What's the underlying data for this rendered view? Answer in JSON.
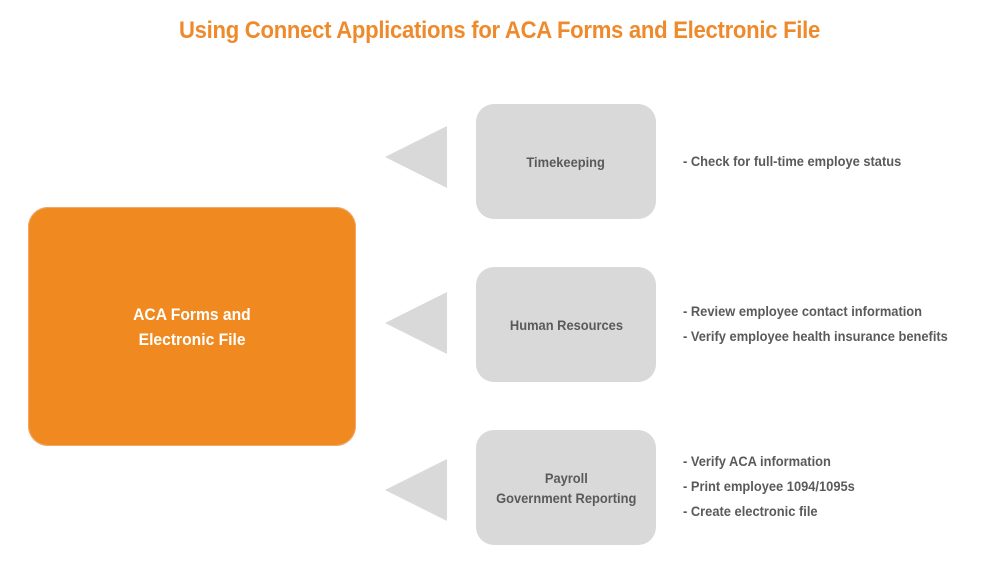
{
  "title": "Using Connect Applications for ACA Forms and Electronic File",
  "colors": {
    "accent": "#ef8a2c",
    "center_box": "#f08a20",
    "app_box": "#d9d9da",
    "text_dark": "#5a5a5a",
    "text_light": "#ffffff"
  },
  "center": {
    "lines": [
      "ACA Forms and",
      "Electronic File"
    ]
  },
  "applications": [
    {
      "lines": [
        "Timekeeping"
      ],
      "notes": [
        "- Check for full-time employe status"
      ]
    },
    {
      "lines": [
        "Human Resources"
      ],
      "notes": [
        "- Review employee contact information",
        "- Verify employee health insurance benefits"
      ]
    },
    {
      "lines": [
        "Payroll",
        "Government Reporting"
      ],
      "notes": [
        "- Verify ACA information",
        "- Print employee 1094/1095s",
        "- Create electronic file"
      ]
    }
  ]
}
